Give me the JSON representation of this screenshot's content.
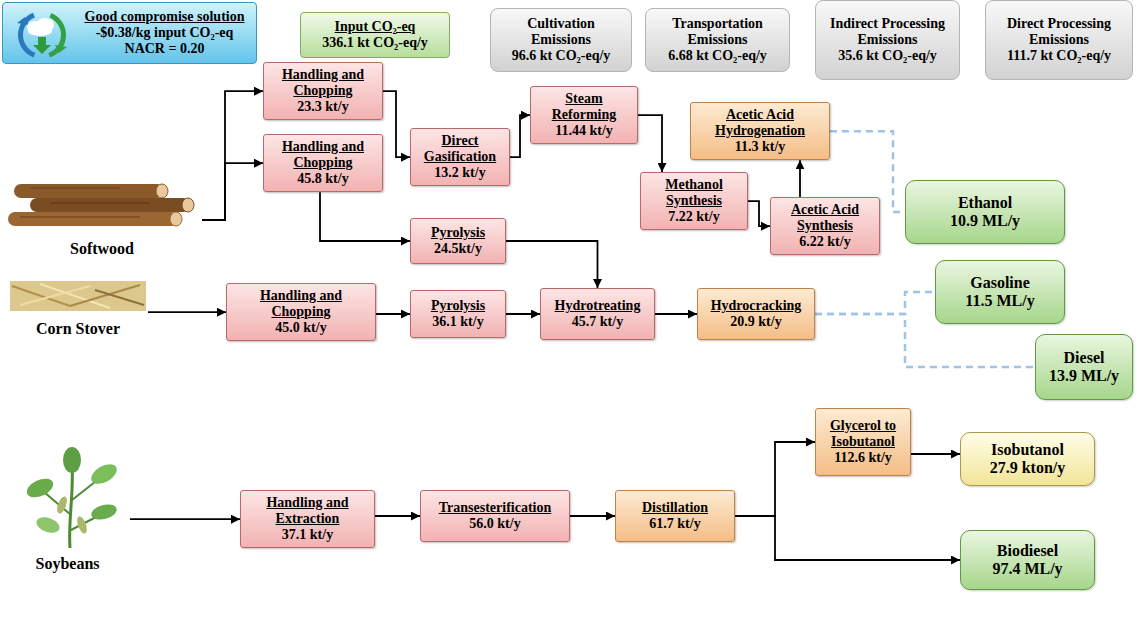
{
  "diagram": {
    "nodes": [
      {
        "text": [
          "Good compromise solution",
          "-$0.38/kg input CO₂-eq",
          "NACR = 0.20"
        ]
      },
      {
        "text": [
          "Input CO₂-eq",
          "336.1 kt CO₂-eq/y"
        ]
      },
      {
        "text": [
          "Cultivation Emissions",
          "96.6 kt CO₂-eq/y"
        ]
      },
      {
        "text": [
          "Transportation Emissions",
          "6.68 kt CO₂-eq/y"
        ]
      },
      {
        "text": [
          "Indirect Processing Emissions",
          "35.6 kt CO₂-eq/y"
        ]
      },
      {
        "text": [
          "Direct Processing Emissions",
          "111.7 kt CO₂-eq/y"
        ]
      },
      {
        "text": [
          "Handling and Chopping",
          "23.3 kt/y"
        ]
      },
      {
        "text": [
          "Acetic Acid Hydrogenation",
          "11.3 kt/y"
        ]
      },
      {
        "text": [
          "Steam Reforming",
          "11.44 kt/y"
        ]
      },
      {
        "text": [
          "Direct Gasification",
          "13.2 kt/y"
        ]
      },
      {
        "text": [
          "Handling and Chopping",
          "45.8 kt/y"
        ]
      },
      {
        "text": [
          "Softwood"
        ]
      },
      {
        "text": [
          "Methanol Synthesis",
          "7.22 kt/y"
        ]
      },
      {
        "text": [
          "Ethanol",
          "10.9 ML/y"
        ]
      },
      {
        "text": [
          "Acetic Acid Synthesis",
          "6.22 kt/y"
        ]
      },
      {
        "text": [
          "Pyrolysis",
          "24.5kt/y"
        ]
      },
      {
        "text": [
          "Gasoline",
          "11.5 ML/y"
        ]
      },
      {
        "text": [
          "Corn Stover"
        ]
      },
      {
        "text": [
          "Handling and Chopping",
          "45.0 kt/y"
        ]
      },
      {
        "text": [
          "Pyrolysis",
          "36.1 kt/y"
        ]
      },
      {
        "text": [
          "Hydrotreating",
          "45.7 kt/y"
        ]
      },
      {
        "text": [
          "Hydrocracking",
          "20.9 kt/y"
        ]
      },
      {
        "text": [
          "Diesel",
          "13.9 ML/y"
        ]
      },
      {
        "text": [
          "Glycerol to Isobutanol",
          "112.6 kt/y"
        ]
      },
      {
        "text": [
          "Isobutanol",
          "27.9 kton/y"
        ]
      },
      {
        "text": [
          "Soybeans"
        ]
      },
      {
        "text": [
          "Handling and Extraction",
          "37.1 kt/y"
        ]
      },
      {
        "text": [
          "Transesterification",
          "56.0 kt/y"
        ]
      },
      {
        "text": [
          "Distillation",
          "61.7 kt/y"
        ]
      },
      {
        "text": [
          "Biodiesel",
          "97.4 ML/y"
        ]
      }
    ],
    "edges": [
      {
        "from": 11,
        "to": 6,
        "arrow": "to"
      },
      {
        "from": 11,
        "to": 10,
        "arrow": "to"
      },
      {
        "from": 6,
        "to": 9,
        "arrow": "to"
      },
      {
        "from": 10,
        "to": 15,
        "arrow": "to"
      },
      {
        "from": 9,
        "to": 8,
        "arrow": "to"
      },
      {
        "from": 8,
        "to": 12,
        "arrow": "to"
      },
      {
        "from": 12,
        "to": 14,
        "arrow": "to"
      },
      {
        "from": 14,
        "to": 7,
        "arrow": "to"
      },
      {
        "from": 7,
        "to": 13,
        "arrow": "none"
      },
      {
        "from": 15,
        "to": 20,
        "arrow": "to"
      },
      {
        "from": 17,
        "to": 18,
        "arrow": "to"
      },
      {
        "from": 18,
        "to": 19,
        "arrow": "to"
      },
      {
        "from": 19,
        "to": 20,
        "arrow": "to"
      },
      {
        "from": 20,
        "to": 21,
        "arrow": "to"
      },
      {
        "from": 21,
        "to": 16,
        "arrow": "none"
      },
      {
        "from": 21,
        "to": 22,
        "arrow": "none"
      },
      {
        "from": 25,
        "to": 26,
        "arrow": "to"
      },
      {
        "from": 26,
        "to": 27,
        "arrow": "to"
      },
      {
        "from": 27,
        "to": 28,
        "arrow": "to"
      },
      {
        "from": 28,
        "to": 23,
        "arrow": "to"
      },
      {
        "from": 28,
        "to": 29,
        "arrow": "to"
      },
      {
        "from": 23,
        "to": 24,
        "arrow": "to"
      }
    ]
  }
}
